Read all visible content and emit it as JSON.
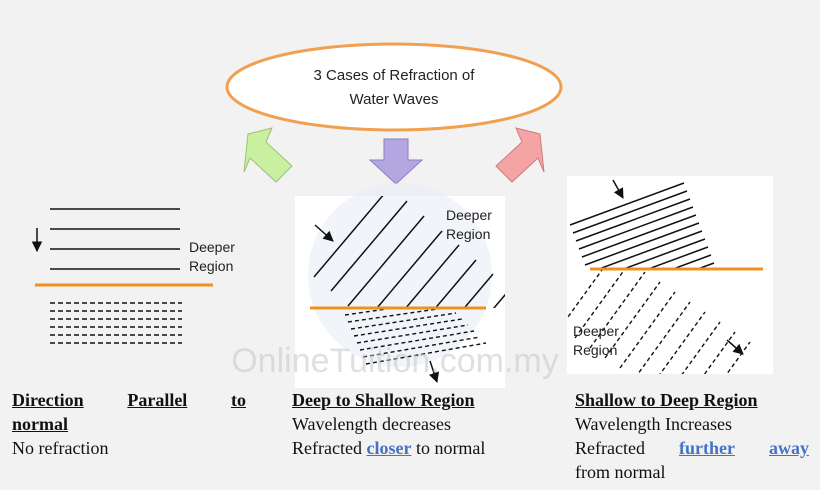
{
  "title_line1": "3 Cases of Refraction of",
  "title_line2": "Water Waves",
  "colors": {
    "ellipse_stroke": "#f0a050",
    "boundary": "#f0901e",
    "arrow_green": "#c8f0a0",
    "arrow_purple": "#b4a6e0",
    "arrow_red": "#f4a4a4",
    "highlight": "#4472c4"
  },
  "panel1": {
    "region_line1": "Deeper",
    "region_line2": "Region",
    "head_w1": "Direction",
    "head_w2": "Parallel",
    "head_w3": "to",
    "head_w4": "normal",
    "line2": "No refraction"
  },
  "panel2": {
    "region_line1": "Deeper",
    "region_line2": "Region",
    "heading": "Deep to Shallow Region",
    "line1": "Wavelength decreases",
    "line2_pre": "Refracted ",
    "line2_hl": "closer",
    "line2_post": " to normal"
  },
  "panel3": {
    "region_line1": "Deeper",
    "region_line2": "Region",
    "heading": "Shallow to Deep Region",
    "line1": "Wavelength Increases",
    "line2_w1": "Refracted",
    "line2_w2": "further",
    "line2_w3": "away",
    "line3": "from normal"
  },
  "watermark": "OnlineTuition.com.my"
}
